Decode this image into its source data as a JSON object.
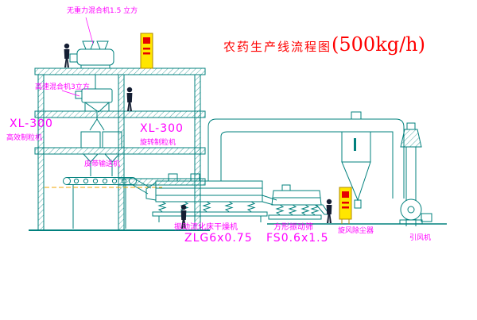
{
  "title": {
    "name": "农药生产线流程图",
    "capacity": "(500kg/h)"
  },
  "equipment_labels": {
    "gravity_mixer": "无重力混合机1.5 立方",
    "high_speed_mixer": "高速混合机3立方",
    "granulator_left_model": "XL-300",
    "granulator_left_name": "高效制粒机",
    "granulator_right_model": "XL-300",
    "granulator_right_name": "旋转制粒机",
    "belt_conveyor": "皮带输送机",
    "dryer_name": "振动流化床干燥机",
    "dryer_model": "ZLG6x0.75",
    "sieve_name": "方形振动筛",
    "sieve_model": "FS0.6x1.5",
    "cyclone": "旋风除尘器",
    "fan": "引风机"
  },
  "colors": {
    "line": "#00807d",
    "label": "#ff00ff",
    "title": "#ff0000",
    "control_cabinet": "#ffe600",
    "control_cabinet_marks": "#e60000",
    "figure": "#141e33",
    "dashed_guide": "#f0a500"
  }
}
